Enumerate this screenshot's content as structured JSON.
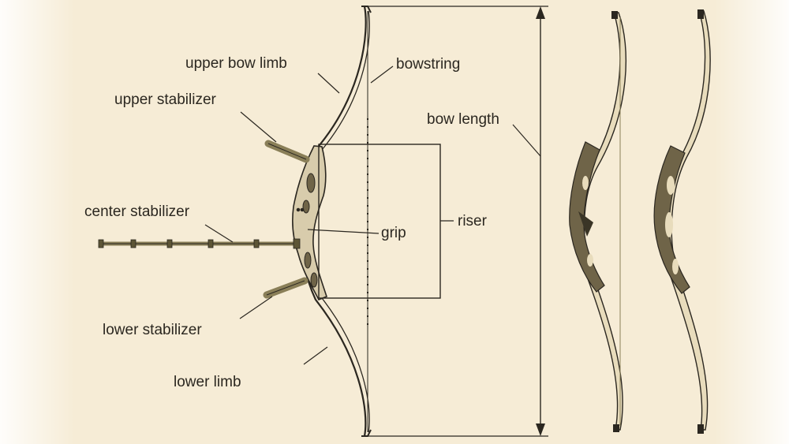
{
  "labels": {
    "upper_bow_limb": "upper bow limb",
    "bowstring": "bowstring",
    "upper_stabilizer": "upper stabilizer",
    "bow_length": "bow length",
    "center_stabilizer": "center stabilizer",
    "grip": "grip",
    "riser": "riser",
    "lower_stabilizer": "lower stabilizer",
    "lower_limb": "lower limb"
  },
  "colors": {
    "background": "#f6ecd6",
    "ink": "#2b2720",
    "limb_fill": "#e8dcbc",
    "riser_fill": "#6f6448",
    "stabilizer": "#8a7f58"
  }
}
